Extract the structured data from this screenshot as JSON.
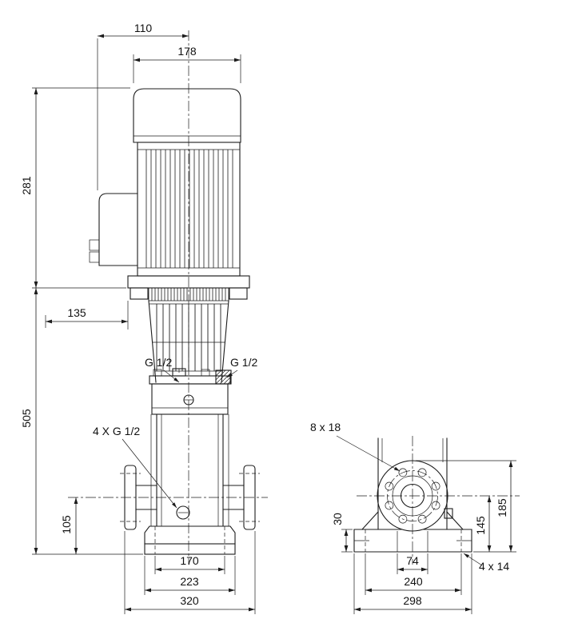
{
  "dims": {
    "d110": "110",
    "d178": "178",
    "d281": "281",
    "d135": "135",
    "d505": "505",
    "d105": "105",
    "d170": "170",
    "d223": "223",
    "d320": "320",
    "g_half": "G 1/2",
    "g_half_4x": "4 X G 1/2",
    "d8x18": "8 x 18",
    "d30": "30",
    "d145": "145",
    "d185": "185",
    "d74": "74",
    "d240": "240",
    "d298": "298",
    "d4x14": "4 x 14"
  },
  "colors": {
    "line": "#1c1c1c",
    "background": "#ffffff"
  }
}
